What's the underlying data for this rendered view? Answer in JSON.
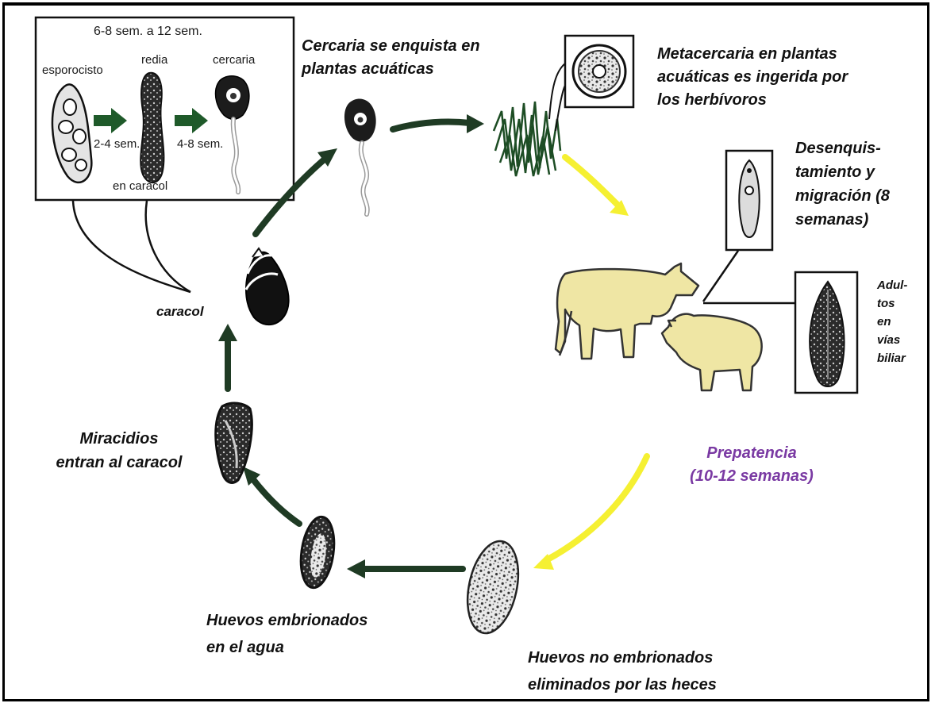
{
  "inset": {
    "duration": "6-8 sem. a 12 sem.",
    "stages": [
      "esporocisto",
      "redia",
      "cercaria"
    ],
    "interval_1": "2-4 sem.",
    "interval_2": "4-8 sem.",
    "location": "en caracol"
  },
  "labels": {
    "cercaria": "Cercaria se enquista en plantas acuáticas",
    "metacercaria_lines": [
      "Metacercaria en plantas",
      "acuáticas es ingerida por",
      "los herbívoros"
    ],
    "desenquist_lines": [
      "Desenquis-",
      "tamiento y",
      "migración (8",
      "semanas)"
    ],
    "adultos_lines": [
      "Adul-",
      "tos",
      "en",
      "vías",
      "biliar"
    ],
    "caracol": "caracol",
    "miracidios_lines": [
      "Miracidios",
      "entran al caracol"
    ],
    "huevos_agua_lines": [
      "Huevos embrionados",
      "en el agua"
    ],
    "huevos_heces_lines": [
      "Huevos no embrionados",
      "eliminados por las heces"
    ],
    "prepatencia_lines": [
      "Prepatencia",
      "(10-12 semanas)"
    ]
  },
  "colors": {
    "cycle_arrow": "#1f3b24",
    "host_arrow": "#f5f032",
    "prepatencia_text": "#7a3aa3",
    "host_fill": "#efe6a4",
    "inset_arrow": "#1f5a2a"
  },
  "icons": [
    "snail-icon",
    "cercaria-icon",
    "aquatic-plant-icon",
    "metacercaria-cyst-icon",
    "juvenile-fluke-icon",
    "adult-fluke-icon",
    "cow-icon",
    "sheep-icon",
    "unembryonated-egg-icon",
    "embryonated-egg-icon",
    "miracidium-icon"
  ]
}
